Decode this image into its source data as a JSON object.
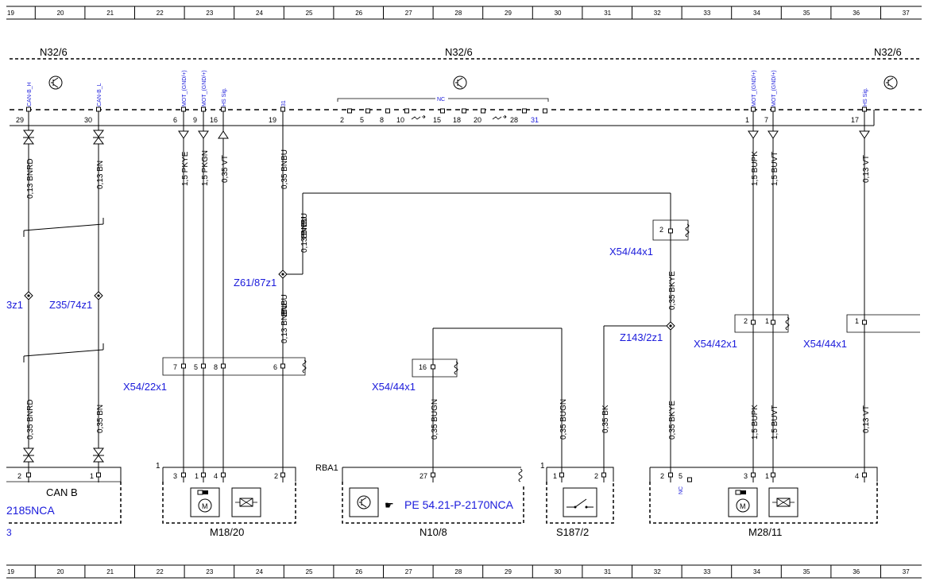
{
  "ruler": {
    "numbers": [
      "19",
      "20",
      "21",
      "22",
      "23",
      "24",
      "25",
      "26",
      "27",
      "28",
      "29",
      "30",
      "31",
      "32",
      "33",
      "34",
      "35",
      "36",
      "37"
    ]
  },
  "module": {
    "name": "N32/6",
    "pins": [
      {
        "num": "29",
        "signal": "CAN-B_H"
      },
      {
        "num": "30",
        "signal": "CAN-B_L"
      },
      {
        "num": "6",
        "signal": "MOT_(GND/+)"
      },
      {
        "num": "9",
        "signal": "MOT_(GND/+)"
      },
      {
        "num": "16",
        "signal": "HS Sig."
      },
      {
        "num": "19",
        "signal": "31"
      },
      {
        "num": "1",
        "signal": "MOT_(GND/+)"
      },
      {
        "num": "7",
        "signal": "MOT_(GND/+)"
      },
      {
        "num": "17",
        "signal": "HS Sig."
      }
    ],
    "nc_label": "NC",
    "nc_pins": [
      "2",
      "5",
      "8",
      "10",
      "15",
      "18",
      "20",
      "28",
      "31"
    ]
  },
  "wires": [
    {
      "id": "w-29-top",
      "label": "0,13 BNRD"
    },
    {
      "id": "w-30-top",
      "label": "0,13 BN"
    },
    {
      "id": "w-6",
      "label": "1,5 PKYE"
    },
    {
      "id": "w-9",
      "label": "1,5 PKGN"
    },
    {
      "id": "w-16",
      "label": "0,35 VT"
    },
    {
      "id": "w-19-top",
      "label": "0,35 BNBU"
    },
    {
      "id": "w-z61-branch",
      "label": "0,13 BNBU"
    },
    {
      "id": "w-branch-top",
      "label": "BNBU"
    },
    {
      "id": "w-19-low",
      "label": "0,13 BNBU"
    },
    {
      "id": "w-19-mid",
      "label": "BNBU"
    },
    {
      "id": "w-29-bot",
      "label": "0,35 BNRD"
    },
    {
      "id": "w-30-bot",
      "label": "0,35 BN"
    },
    {
      "id": "w-27",
      "label": "0,35 BUGN"
    },
    {
      "id": "w-s187-1",
      "label": "0,35 BUGN"
    },
    {
      "id": "w-s187-2",
      "label": "0,35 BK"
    },
    {
      "id": "w-x5444-top",
      "label": "0,35 BKYE"
    },
    {
      "id": "w-x5444-bot",
      "label": "0,35 BKYE"
    },
    {
      "id": "w-1-top",
      "label": "1,5 BUPK"
    },
    {
      "id": "w-7-top",
      "label": "1,5 BUVT"
    },
    {
      "id": "w-17-top",
      "label": "0,13 VT"
    },
    {
      "id": "w-1-bot",
      "label": "1,5 BUPK"
    },
    {
      "id": "w-7-bot",
      "label": "1,5 BUVT"
    },
    {
      "id": "w-17-bot",
      "label": "0,13 VT"
    }
  ],
  "splices": [
    {
      "id": "left-cut",
      "label": "3z1"
    },
    {
      "id": "z35",
      "label": "Z35/74z1"
    },
    {
      "id": "z61",
      "label": "Z61/87z1"
    },
    {
      "id": "z143",
      "label": "Z143/2z1"
    }
  ],
  "connectors": [
    {
      "id": "x5422",
      "label": "X54/22x1",
      "pins": [
        "7",
        "5",
        "8",
        "6"
      ]
    },
    {
      "id": "x5444-mid",
      "label": "X54/44x1",
      "pins": [
        "16"
      ]
    },
    {
      "id": "x5444-top",
      "label": "X54/44x1",
      "pins": [
        "2"
      ]
    },
    {
      "id": "x5442",
      "label": "X54/42x1",
      "pins": [
        "2",
        "1"
      ]
    },
    {
      "id": "x5444-right",
      "label": "X54/44x1",
      "pins": [
        "1"
      ]
    }
  ],
  "components": [
    {
      "id": "canb",
      "name": "CAN B",
      "ref": "2185NCA",
      "suffix": "3",
      "pins": [
        "2",
        "1"
      ]
    },
    {
      "id": "m1820",
      "name": "M18/20",
      "corner": "1",
      "pins": [
        "3",
        "1",
        "4",
        "2"
      ]
    },
    {
      "id": "n108",
      "name": "N10/8",
      "corner": "RBA1",
      "pins": [
        "27"
      ],
      "ref": "PE 54.21-P-2170NCA"
    },
    {
      "id": "s1872",
      "name": "S187/2",
      "corner": "1",
      "pins": [
        "1",
        "2"
      ]
    },
    {
      "id": "m2811",
      "name": "M28/11",
      "pins": [
        "2",
        "5",
        "3",
        "1",
        "4"
      ],
      "nc": "NC"
    }
  ]
}
